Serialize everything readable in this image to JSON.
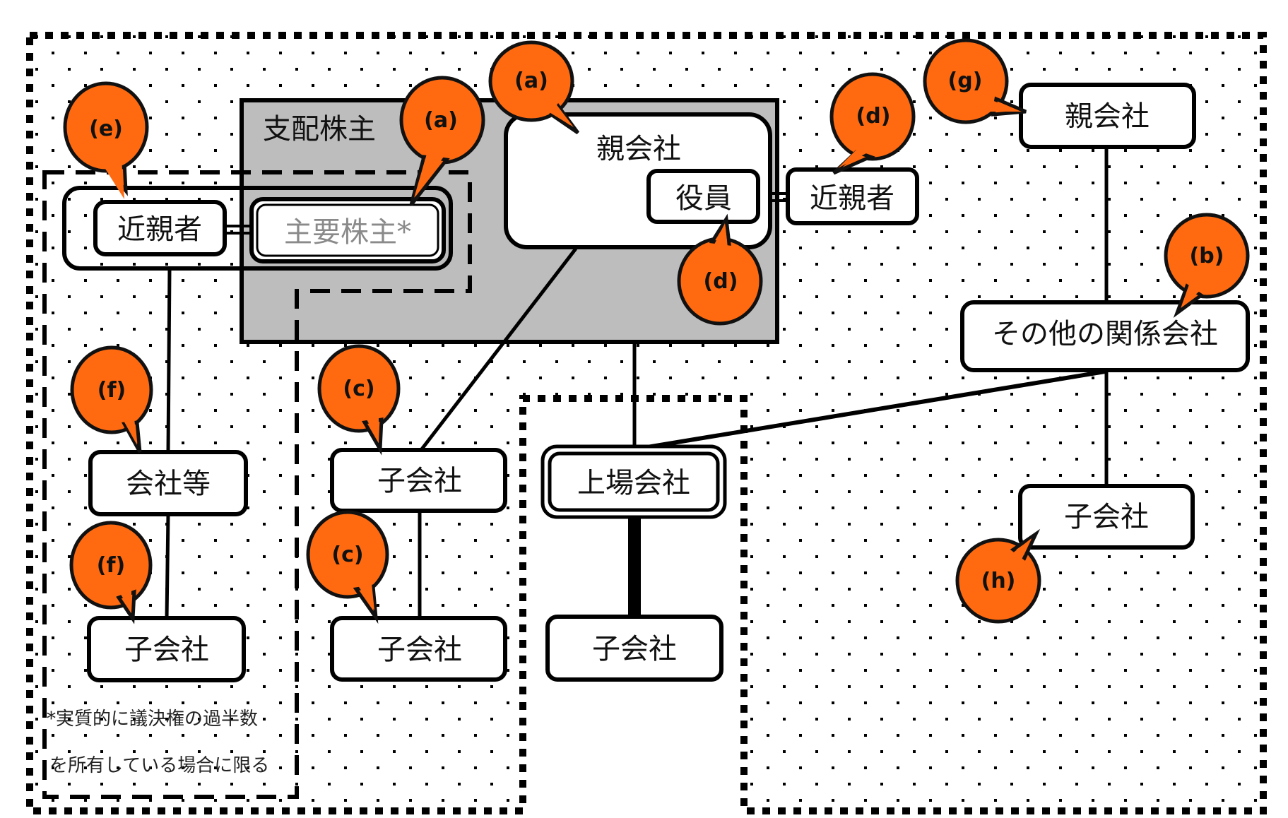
{
  "title_region": "支配株主",
  "colors": {
    "callout_fill": "#FF6A10",
    "callout_stroke": "#111111",
    "controlling_region_fill": "#BDBDBD",
    "node_fill": "#FFFFFF",
    "line": "#000000",
    "dot": "#000000",
    "major_shareholder_text": "#8A8A8A"
  },
  "nodes": {
    "close_relative_left": "近親者",
    "major_shareholder": "主要株主*",
    "parent_company_center": "親会社",
    "officer": "役員",
    "close_relative_right": "近親者",
    "parent_company_right": "親会社",
    "other_affiliated_company": "その他の関係会社",
    "subsidiary_right": "子会社",
    "company_etc": "会社等",
    "subsidiary_left": "子会社",
    "subsidiary_mid_1": "子会社",
    "subsidiary_mid_2": "子会社",
    "listed_company": "上場会社",
    "subsidiary_center": "子会社"
  },
  "callouts": {
    "a1": "(a)",
    "a2": "(a)",
    "b": "(b)",
    "c1": "(c)",
    "c2": "(c)",
    "d1": "(d)",
    "d2": "(d)",
    "e": "(e)",
    "f1": "(f)",
    "f2": "(f)",
    "g": "(g)",
    "h": "(h)"
  },
  "footnote": {
    "line1": "*実質的に議決権の過半数",
    "line2": "を所有している場合に限る"
  }
}
